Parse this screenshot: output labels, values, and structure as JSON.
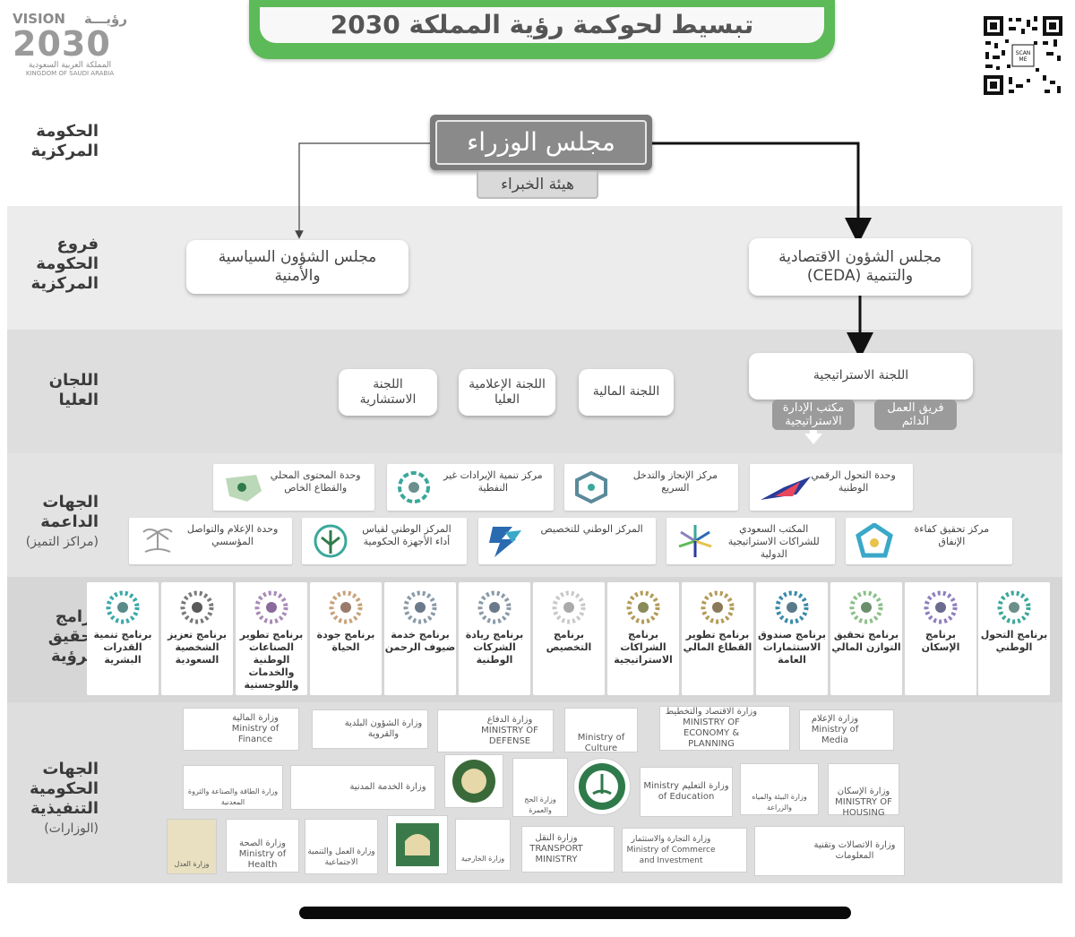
{
  "title": "تبسيط لحوكمة رؤية المملكة 2030",
  "vision_logo": {
    "vision": "VISION",
    "ruya": "رؤيـــة",
    "year": "2030",
    "kingdom_ar": "المملكة العربية السعودية",
    "kingdom_en": "KINGDOM OF SAUDI ARABIA"
  },
  "qr": {
    "label": "SCAN ME"
  },
  "sections": {
    "central_gov": "الحكومة المركزية",
    "central_branches": "فروع الحكومة المركزية",
    "high_committees": "اللجان العليا",
    "support_entities": "الجهات الداعمة",
    "support_entities_sub": "(مراكز التميز)",
    "vrp": "برامج تحقيق الرؤية",
    "executive_entities": "الجهات الحكومية التنفيذية",
    "executive_entities_sub": "(الوزارات)"
  },
  "council_of_ministers": "مجلس الوزراء",
  "experts_commission": "هيئة الخبراء",
  "political_security_council": "مجلس الشؤون السياسية والأمنية",
  "economic_council": "مجلس الشؤون الاقتصادية والتنمية (CEDA)",
  "committees": {
    "strategic": "اللجنة الاستراتيجية",
    "financial": "اللجنة المالية",
    "media": "اللجنة الإعلامية العليا",
    "advisory": "اللجنة الاستشارية",
    "pmo": "مكتب الإدارة الاستراتيجية",
    "permanent_team": "فريق العمل الدائم"
  },
  "support_row1": [
    "وحدة التحول الرقمي الوطنية",
    "مركز الإنجاز والتدخل السريع",
    "مركز تنمية الإيرادات غير النفطية",
    "وحدة المحتوى المحلي والقطاع الخاص"
  ],
  "support_row2": [
    "مركز تحقيق كفاءة الإنفاق",
    "المكتب السعودي للشراكات الاستراتيجية الدولية",
    "المركز الوطني للتخصيص",
    "المركز الوطني لقياس أداء الأجهزة الحكومية",
    "وحدة الإعلام والتواصل المؤسسي"
  ],
  "vrp_programs": [
    "برنامج التحول الوطني",
    "برنامج الإسكان",
    "برنامج تحقيق التوازن المالي",
    "برنامج صندوق الاستثمارات العامة",
    "برنامج تطوير القطاع المالي",
    "برنامج الشراكات الاستراتيجية",
    "برنامج التخصيص",
    "برنامج ريادة الشركات الوطنية",
    "برنامج خدمة ضيوف الرحمن",
    "برنامج جودة الحياة",
    "برنامج تطوير الصناعات الوطنية والخدمات واللوجستية",
    "برنامج تعزيز الشخصية السعودية",
    "برنامج تنمية القدرات البشرية"
  ],
  "ministries_row1": [
    "وزارة الإعلام Ministry of Media",
    "وزارة الاقتصاد والتخطيط MINISTRY OF ECONOMY & PLANNING",
    "Ministry of Culture",
    "وزارة الدفاع MINISTRY OF DEFENSE",
    "وزارة الشؤون البلدية والقروية",
    "وزارة المالية Ministry of Finance"
  ],
  "ministries_row2": [
    "وزارة الإسكان MINISTRY OF HOUSING",
    "وزارة البيئة والمياه والزراعة",
    "وزارة التعليم Ministry of Education",
    "",
    "وزارة الحج والعمرة",
    "",
    "وزارة الخدمة المدنية",
    "وزارة الطاقة والصناعة والثروة المعدنية"
  ],
  "ministries_row3": [
    "وزارة الاتصالات وتقنية المعلومات",
    "وزارة التجارة والاستثمار Ministry of Commerce and Investment",
    "وزارة النقل TRANSPORT MINISTRY",
    "وزارة الخارجية",
    "",
    "وزارة العمل والتنمية الاجتماعية",
    "وزارة الصحة Ministry of Health",
    "وزارة العدل"
  ],
  "colors": {
    "green": "#5dba58",
    "grey": "#9b9b9b",
    "council": "#8a8a8a",
    "teal": "#3aa89a",
    "purple": "#8f7fbf",
    "gold": "#b39b57"
  }
}
